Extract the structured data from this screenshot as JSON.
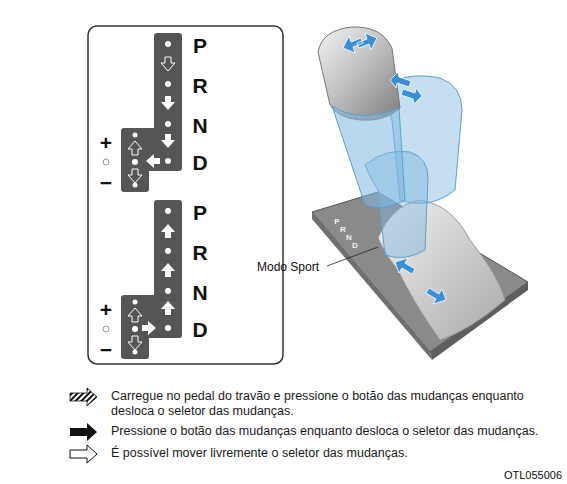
{
  "diagram": {
    "labels": [
      "P",
      "R",
      "N",
      "D",
      "+",
      "−",
      "P",
      "R",
      "N",
      "D",
      "+",
      "−",
      "P",
      "R",
      "N",
      "D",
      "Modo Sport",
      "OTL055006"
    ],
    "legend": [
      {
        "text": "Carregue no pedal do travão e pressione o botão das mudanças enquanto desloca o seletor das mudanças."
      },
      {
        "text": "Pressione o botão das mudanças enquanto desloca o seletor das mudanças."
      },
      {
        "text": "É possível mover livremente o seletor das mudanças."
      }
    ]
  }
}
